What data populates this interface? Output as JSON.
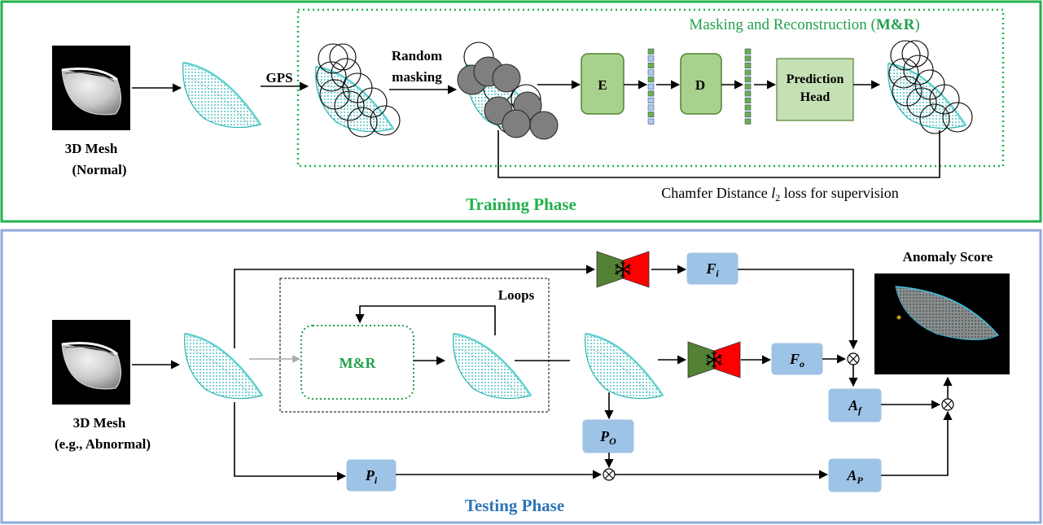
{
  "colors": {
    "training_border": "#22b14c",
    "testing_border": "#8faadc",
    "green_box_fill": "#a9d18e",
    "green_box_stroke": "#538135",
    "blue_box_fill": "#9dc3e6",
    "mesh_cyan": "#27b3b3",
    "masked_gray": "#7f7f7f",
    "token_blue": "#b4c7e7",
    "token_green": "#70ad47",
    "frozen_green": "#548235",
    "frozen_red": "#ff0000",
    "training_title_color": "#22b14c",
    "testing_title_color": "#2e75b6",
    "mr_title_color": "#22a04c"
  },
  "icons": {
    "mesh_render": "bowl-mesh-render",
    "point_cloud": "bowl-point-cloud",
    "frozen_model": "snowflake-icon",
    "fusion": "circle-times-icon"
  },
  "training": {
    "mesh_label_line1": "3D Mesh",
    "mesh_label_line2": "(Normal)",
    "gps_label": "GPS",
    "random_masking_line1": "Random",
    "random_masking_line2": "masking",
    "mr_title_prefix": "Masking and Reconstruction (",
    "mr_title_bold": "M&R",
    "mr_title_suffix": ")",
    "encoder_label": "E",
    "decoder_label": "D",
    "pred_head_line1": "Prediction",
    "pred_head_line2": "Head",
    "loss_prefix": "Chamfer Distance ",
    "loss_var": "l",
    "loss_sub": "2",
    "loss_suffix": " loss for supervision",
    "phase_title": "Training Phase"
  },
  "testing": {
    "mesh_label_line1": "3D Mesh",
    "mesh_label_line2": "(e.g., Abnormal)",
    "mr_label": "M&R",
    "loops_label": "Loops",
    "fi_main": "F",
    "fi_sub": "i",
    "fo_main": "F",
    "fo_sub": "o",
    "af_main": "A",
    "af_sub": "f",
    "ap_main": "A",
    "ap_sub": "P",
    "pi_main": "P",
    "pi_sub": "i",
    "po_main": "P",
    "po_sub": "O",
    "anomaly_title": "Anomaly Score",
    "phase_title": "Testing Phase"
  }
}
